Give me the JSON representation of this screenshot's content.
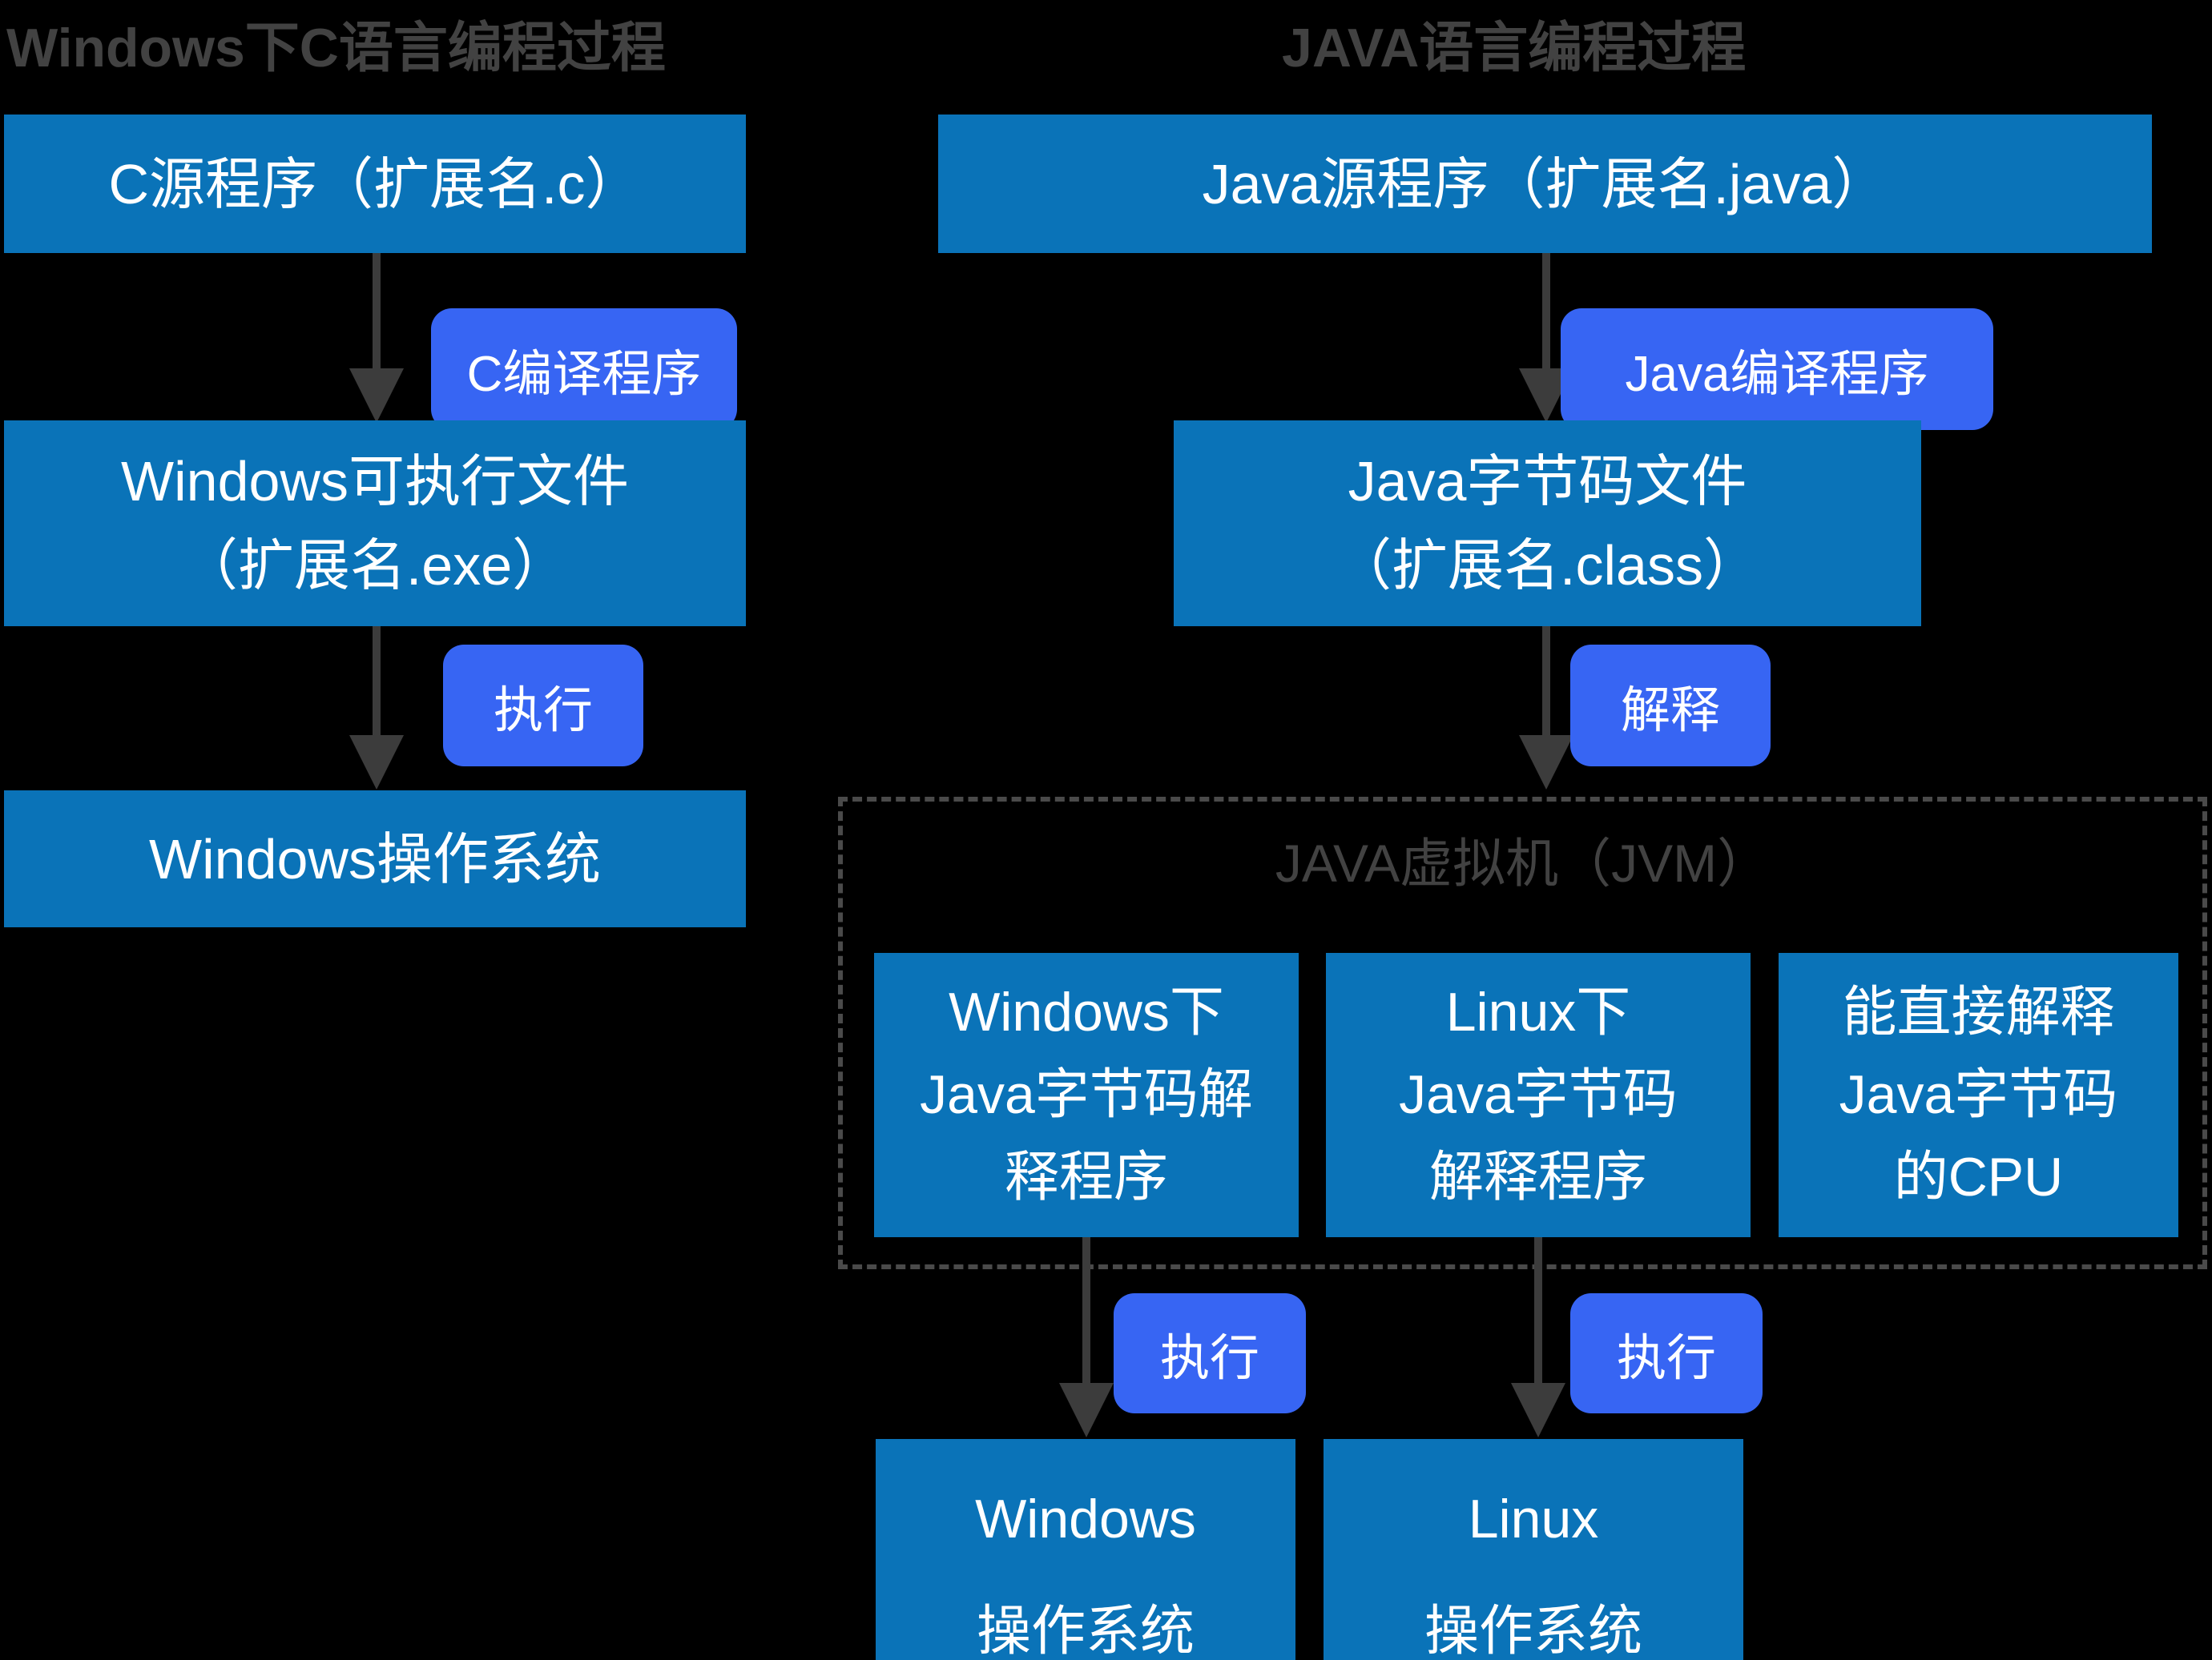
{
  "colors": {
    "bg": "#000000",
    "box_blue": "#0a73b8",
    "pill_blue": "#3765f3",
    "arrow": "#3c3c3c",
    "dash": "#4a4a4a",
    "title_gray": "#424242"
  },
  "left": {
    "title": "Windows下C语言编程过程",
    "source_box": "C源程序（扩展名.c）",
    "compiler_pill": "C编译程序",
    "exe_box_line1": "Windows可执行文件",
    "exe_box_line2": "（扩展名.exe）",
    "run_pill": "执行",
    "os_box": "Windows操作系统"
  },
  "right": {
    "title": "JAVA语言编程过程",
    "source_box": "Java源程序（扩展名.java）",
    "compiler_pill": "Java编译程序",
    "bytecode_box_line1": "Java字节码文件",
    "bytecode_box_line2": "（扩展名.class）",
    "interpret_pill": "解释",
    "jvm": {
      "title": "JAVA虚拟机（JVM）",
      "win_interpreter_line1": "Windows下",
      "win_interpreter_line2": "Java字节码解",
      "win_interpreter_line3": "释程序",
      "linux_interpreter_line1": "Linux下",
      "linux_interpreter_line2": "Java字节码",
      "linux_interpreter_line3": "解释程序",
      "cpu_line1": "能直接解释",
      "cpu_line2": "Java字节码",
      "cpu_line3": "的CPU"
    },
    "run_pill_windows": "执行",
    "run_pill_linux": "执行",
    "os_windows_line1": "Windows",
    "os_windows_line2": "操作系统",
    "os_linux_line1": "Linux",
    "os_linux_line2": "操作系统"
  }
}
